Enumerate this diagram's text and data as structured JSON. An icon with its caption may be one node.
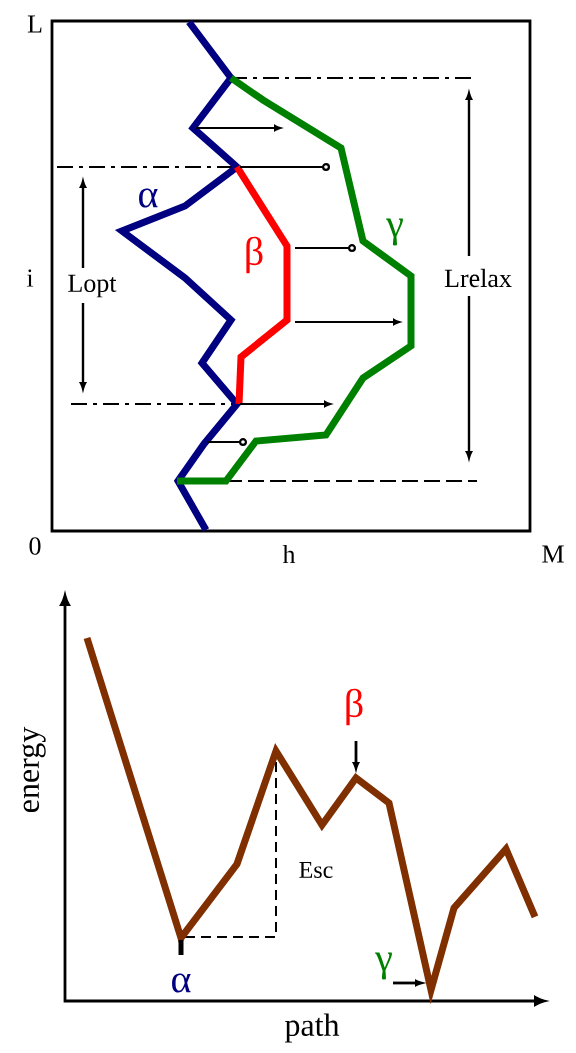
{
  "diagram": {
    "labels": [
      "L",
      "α",
      "β",
      "γ",
      "i",
      "Lopt",
      "Lrelax",
      "0",
      "h",
      "M",
      "β",
      "energy",
      "Esc",
      "α",
      "γ",
      "path"
    ]
  }
}
